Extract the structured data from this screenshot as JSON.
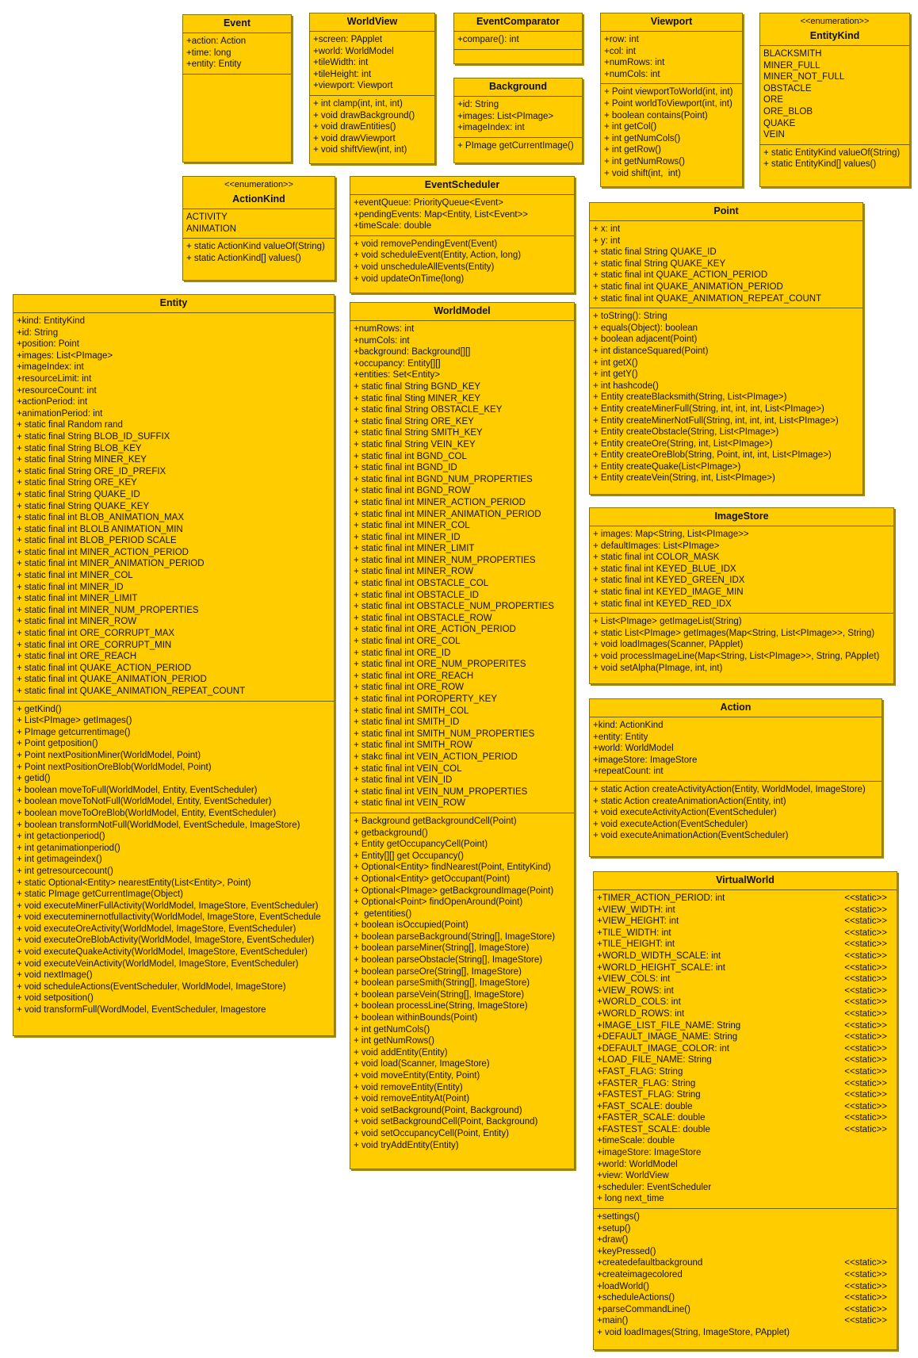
{
  "classes": [
    {
      "id": "Event",
      "name": "Event",
      "stereotype": "",
      "pos": [
        230,
        18,
        138,
        187
      ],
      "attributes": [
        "+action: Action",
        "+time: long",
        "+entity: Entity"
      ],
      "operations": []
    },
    {
      "id": "WorldView",
      "name": "WorldView",
      "stereotype": "",
      "pos": [
        390,
        16,
        159,
        191
      ],
      "attributes": [
        "+screen: PApplet",
        "+world: WorldModel",
        "+tileWidth: int",
        "+tileHeight: int",
        "+viewport: Viewport"
      ],
      "operations": [
        "+ int clamp(int, int, int)",
        "+ void drawBackground()",
        "+ void drawEntities()",
        "+ void drawViewport",
        "+ void shiftView(int, int)"
      ]
    },
    {
      "id": "EventComparator",
      "name": "EventComparator",
      "stereotype": "",
      "pos": [
        572,
        16,
        163,
        65
      ],
      "attributes": [
        "+compare(): int"
      ],
      "operations": []
    },
    {
      "id": "Background",
      "name": "Background",
      "stereotype": "",
      "pos": [
        572,
        98,
        163,
        108
      ],
      "attributes": [
        "+id: String",
        "+images: List<PImage>",
        "+imageIndex: int"
      ],
      "operations": [
        "+ PImage getCurrentImage()"
      ]
    },
    {
      "id": "Viewport",
      "name": "Viewport",
      "stereotype": "",
      "pos": [
        757,
        16,
        180,
        220
      ],
      "attributes": [
        "+row: int",
        "+col: int",
        "+numRows: int",
        "+numCols: int"
      ],
      "operations": [
        "+ Point viewportToWorld(int, int)",
        "+ Point worldToViewport(int, int)",
        "+ boolean contains(Point)",
        "+ int getCol()",
        "+ int getNumCols()",
        "+ int getRow()",
        "+ int getNumRows()",
        "+ void shift(int,  int)"
      ]
    },
    {
      "id": "EntityKind",
      "name": "EntityKind",
      "stereotype": "<<enumeration>>",
      "pos": [
        958,
        16,
        190,
        220
      ],
      "attributes": [
        "BLACKSMITH",
        "MINER_FULL",
        "MINER_NOT_FULL",
        "OBSTACLE",
        "ORE",
        "ORE_BLOB",
        "QUAKE",
        "VEIN"
      ],
      "operations": [
        "+ static EntityKind valueOf(String)",
        "+ static EntityKind[] values()"
      ]
    },
    {
      "id": "ActionKind",
      "name": "ActionKind",
      "stereotype": "<<enumeration>>",
      "pos": [
        230,
        222,
        193,
        132
      ],
      "attributes": [
        "ACTIVITY",
        "ANIMATION"
      ],
      "operations": [
        "+ static ActionKind valueOf(String)",
        "+ static ActionKind[] values()"
      ]
    },
    {
      "id": "EventScheduler",
      "name": "EventScheduler",
      "stereotype": "",
      "pos": [
        441,
        222,
        284,
        148
      ],
      "attributes": [
        "+eventQueue: PriorityQueue<Event>",
        "+pendingEvents: Map<Entity, List<Event>>",
        "+timeScale: double"
      ],
      "operations": [
        "+ void removePendingEvent(Event)",
        "+ void scheduleEvent(Entity, Action, long)",
        "+ void unscheduleAllEvents(Entity)",
        "+ void updateOnTime(long)"
      ]
    },
    {
      "id": "Point",
      "name": "Point",
      "stereotype": "",
      "pos": [
        743,
        255,
        346,
        369
      ],
      "attributes": [
        "+ x: int",
        "+ y: int",
        "+ static final String QUAKE_ID",
        "+ static final String QUAKE_KEY",
        "+ static final int QUAKE_ACTION_PERIOD",
        "+ static final int QUAKE_ANIMATION_PERIOD",
        "+ static final int QUAKE_ANIMATION_REPEAT_COUNT"
      ],
      "operations": [
        "+ toString(): String",
        "+ equals(Object): boolean",
        "+ boolean adjacent(Point)",
        "+ int distanceSquared(Point)",
        "+ int getX()",
        "+ int getY()",
        "+ int hashcode()",
        "+ Entity createBlacksmith(String, List<PImage>)",
        "+ Entity createMinerFull(String, int, int, int, List<PImage>)",
        "+ Entity createMinerNotFull(String, int, int, int, List<PImage>)",
        "+ Entity createObstacle(String, List<PImage>)",
        "+ Entity createOre(String, int, List<PImage>)",
        "+ Entity createOreBlob(String, Point, int, int, List<PImage>)",
        "+ Entity createQuake(List<PImage>)",
        "+ Entity createVein(String, int, List<PImage>)"
      ]
    },
    {
      "id": "Entity",
      "name": "Entity",
      "stereotype": "",
      "pos": [
        16,
        371,
        406,
        936
      ],
      "attributes": [
        "+kind: EntityKind",
        "+id: String",
        "+position: Point",
        "+images: List<PImage>",
        "+imageIndex: int",
        "+resourceLimit: int",
        "+resourceCount: int",
        "+actionPeriod: int",
        "+animationPeriod: int",
        "+ static final Random rand",
        "+ static final String BLOB_ID_SUFFIX",
        "+ static final String BLOB_KEY",
        "+ static final String MINER_KEY",
        "+ static final String ORE_ID_PREFIX",
        "+ static final String ORE_KEY",
        "+ static final String QUAKE_ID",
        "+ static final String QUAKE_KEY",
        "+ static final int BLOB_ANIMATION_MAX",
        "+ static final int BLOLB ANIMATION_MIN",
        "+ static final int BLOB_PERIOD SCALE",
        "+ static final int MINER_ACTION_PERIOD",
        "+ static final int MINER_ANIMATION_PERIOD",
        "+ static final int MINER_COL",
        "+ static final int MINER_ID",
        "+ static final int MINER_LIMIT",
        "+ static final int MINER_NUM_PROPERTIES",
        "+ static final int MINER_ROW",
        "+ static final int ORE_CORRUPT_MAX",
        "+ static final int ORE_CORRUPT_MIN",
        "+ static final int ORE_REACH",
        "+ static final int QUAKE_ACTION_PERIOD",
        "+ static final int QUAKE_ANIMATION_PERIOD",
        "+ static final int QUAKE_ANIMATION_REPEAT_COUNT"
      ],
      "operations": [
        "+ getKind()",
        "+ List<PImage> getImages()",
        "+ PImage getcurrentimage()",
        "+ Point getposition()",
        "+ Point nextPositionMiner(WorldModel, Point)",
        "+ Point nextPositionOreBlob(WorldModel, Point)",
        "+ getid()",
        "+ boolean moveToFull(WorldModel, Entity, EventScheduler)",
        "+ boolean moveToNotFull(WorldModel, Entity, EventScheduler)",
        "+ boolean moveToOreBlob(WorldModel, Entity, EventScheduler)",
        "+ boolean transformNotFull(WorldModel, EventSchedule, ImageStore)",
        "+ int getactionperiod()",
        "+ int getanimationperiod()",
        "+ int getimageindex()",
        "+ int getresourcecount()",
        "+ static Optional<Entity> nearestEntity(List<Entity>, Point)",
        "+ static PImage getCurrentImage(Object)",
        "+ void executeMinerFullActivity(WorldModel, ImageStore, EventScheduler)",
        "+ void executeminernotfullactivity(WorldModel, ImageStore, EventSchedule",
        "+ void executeOreActivity(WorldModel, ImageStore, EventScheduler)",
        "+ void executeOreBlobActivity(WorldModel, ImageStore, EventScheduler)",
        "+ void executeQuakeActivity(WorldModel, ImageStore, EventScheduler)",
        "+ void executeVeinActivity(WorldModel, ImageStore, EventScheduler)",
        "+ void nextImage()",
        "+ void scheduleActions(EventScheduler, WorldModel, ImageStore)",
        "+ void setposition()",
        "+ void transformFull(WordModel, EventScheduler, Imagestore"
      ]
    },
    {
      "id": "WorldModel",
      "name": "WorldModel",
      "stereotype": "",
      "pos": [
        441,
        381,
        284,
        1094
      ],
      "attributes": [
        "+numRows: int",
        "+numCols: int",
        "+background: Background[][]",
        "+occupancy: Entity[][]",
        "+entities: Set<Entity>",
        "+ static final String BGND_KEY",
        "+ static final Sting MINER_KEY",
        "+ static final String OBSTACLE_KEY",
        "+ static final String ORE_KEY",
        "+ static final String SMITH_KEY",
        "+ static final String VEIN_KEY",
        "+ static final int BGND_COL",
        "+ static final int BGND_ID",
        "+ static final int BGND_NUM_PROPERTIES",
        "+ static final int BGND_ROW",
        "+ static final int MINER_ACTION_PERIOD",
        "+ static final int MINER_ANIMATION_PERIOD",
        "+ static final int MINER_COL",
        "+ static final int MINER_ID",
        "+ static final int MINER_LIMIT",
        "+ static final int MINER_NUM_PROPERTIES",
        "+ static final int MINER_ROW",
        "+ static final int OBSTACLE_COL",
        "+ static final int OBSTACLE_ID",
        "+ static final int OBSTACLE_NUM_PROPERTIES",
        "+ static final int OBSTACLE_ROW",
        "+ static final int ORE_ACTION_PERIOD",
        "+ static final int ORE_COL",
        "+ static final int ORE_ID",
        "+ static final int ORE_NUM_PROPERITES",
        "+ static final int ORE_REACH",
        "+ static final int ORE_ROW",
        "+ static final int POROPERTY_KEY",
        "+ static final int SMITH_COL",
        "+ static final int SMITH_ID",
        "+ static final int SMITH_NUM_PROPERTIES",
        "+ static final int SMITH_ROW",
        "+ stakc final int VEIN_ACTION_PERIOD",
        "+ static final int VEIN_COL",
        "+ static final int VEIN_ID",
        "+ static final int VEIN_NUM_PROPERTIES",
        "+ static final int VEIN_ROW"
      ],
      "operations": [
        "+ Background getBackgroundCell(Point)",
        "+ getbackground()",
        "+ Entity getOccupancyCell(Point)",
        "+ Entity[][] get Occupancy()",
        "+ Optional<Entity> findNearest(Point, EntityKind)",
        "+ Optional<Entity> getOccupant(Point)",
        "+ Optional<PImage> getBackgroundImage(Point)",
        "+ Optional<Point> findOpenAround(Point)",
        "+  getentities()",
        "+ boolean isOccupied(Point)",
        "+ boolean parseBackground(String[], ImageStore)",
        "+ boolean parseMiner(String[], ImageStore)",
        "+ boolean parseObstacle(String[], ImageStore)",
        "+ boolean parseOre(String[], ImageStore)",
        "+ boolean parseSmith(String[], ImageStore)",
        "+ boolean parseVein(String[], ImageStore)",
        "+ boolean processLine(String, ImageStore)",
        "+ boolean withinBounds(Point)",
        "+ int getNumCols()",
        "+ int getNumRows()",
        "+ void addEntity(Entity)",
        "+ void load(Scanner, ImageStore)",
        "+ void moveEntity(Entity, Point)",
        "+ void removeEntity(Entity)",
        "+ void removeEntityAt(Point)",
        "+ void setBackground(Point, Background)",
        "+ void setBackgroundCell(Point, Background)",
        "+ void setOccupancyCell(Point, Entity)",
        "+ void tryAddEntity(Entity)"
      ]
    },
    {
      "id": "ImageStore",
      "name": "ImageStore",
      "stereotype": "",
      "pos": [
        743,
        640,
        385,
        223
      ],
      "attributes": [
        "+ images: Map<String, List<PImage>>",
        "+ defaultImages: List<PImage>",
        "+ static final int COLOR_MASK",
        "+ static final int KEYED_BLUE_IDX",
        "+ static final int KEYED_GREEN_IDX",
        "+ static final int KEYED_IMAGE_MIN",
        "+ static final int KEYED_RED_IDX"
      ],
      "operations": [
        "+ List<PImage> getImageList(String)",
        "+ static List<PImage> getImages(Map<String, List<PImage>>, String)",
        "+ void loadImages(Scanner, PApplet)",
        "+ void processImageLine(Map<String, List<PImage>>, String, PApplet)",
        "+ void setAlpha(PImage, int, int)"
      ]
    },
    {
      "id": "Action",
      "name": "Action",
      "stereotype": "",
      "pos": [
        743,
        881,
        370,
        200
      ],
      "attributes": [
        "+kind: ActionKind",
        "+entity: Entity",
        "+world: WorldModel",
        "+imageStore: ImageStore",
        "+repeatCount: int"
      ],
      "operations": [
        "+ static Action createActivityAction(Entity, WorldModel, ImageStore)",
        "+ static Action createAnimationAction(Entity, int)",
        "+ void executeActivityAction(EventScheduler)",
        "+ void executeAction(EventScheduler)",
        "+ void executeAnimationAction(EventScheduler)"
      ]
    },
    {
      "id": "VirtualWorld",
      "name": "VirtualWorld",
      "stereotype": "",
      "pos": [
        748,
        1099,
        384,
        604
      ],
      "attributes": [
        [
          "+TIMER_ACTION_PERIOD: int",
          "<<static>>"
        ],
        [
          "+VIEW_WIDTH: int",
          "<<static>>"
        ],
        [
          "+VIEW_HEIGHT: int",
          "<<static>>"
        ],
        [
          "+TILE_WIDTH: int",
          "<<static>>"
        ],
        [
          "+TILE_HEIGHT: int",
          "<<static>>"
        ],
        [
          "+WORLD_WIDTH_SCALE: int",
          "<<static>>"
        ],
        [
          "+WORLD_HEIGHT_SCALE: int",
          "<<static>>"
        ],
        [
          "+VIEW_COLS: int",
          "<<static>>"
        ],
        [
          "+VIEW_ROWS: int",
          "<<static>>"
        ],
        [
          "+WORLD_COLS: int",
          "<<static>>"
        ],
        [
          "+WORLD_ROWS: int",
          "<<static>>"
        ],
        [
          "+IMAGE_LIST_FILE_NAME: String",
          "<<static>>"
        ],
        [
          "+DEFAULT_IMAGE_NAME: String",
          "<<static>>"
        ],
        [
          "+DEFAULT_IMAGE_COLOR: int",
          "<<static>>"
        ],
        [
          "+LOAD_FILE_NAME: String",
          "<<static>>"
        ],
        [
          "+FAST_FLAG: String",
          "<<static>>"
        ],
        [
          "+FASTER_FLAG: String",
          "<<static>>"
        ],
        [
          "+FASTEST_FLAG: String",
          "<<static>>"
        ],
        [
          "+FAST_SCALE: double",
          "<<static>>"
        ],
        [
          "+FASTER_SCALE: double",
          "<<static>>"
        ],
        [
          "+FASTEST_SCALE: double",
          "<<static>>"
        ],
        "+timeScale: double",
        "+imageStore: ImageStore",
        "+world: WorldModel",
        "+view: WorldView",
        "+scheduler: EventScheduler",
        "+ long next_time"
      ],
      "operations": [
        "+settings()",
        "+setup()",
        "+draw()",
        "+keyPressed()",
        [
          "+createdefaultbackground",
          "<<static>>"
        ],
        [
          "+createimagecolored",
          "<<static>>"
        ],
        [
          "+loadWorld()",
          "<<static>>"
        ],
        [
          "+scheduleActions()",
          "<<static>>"
        ],
        [
          "+parseCommandLine()",
          "<<static>>"
        ],
        [
          "+main()",
          "<<static>>"
        ],
        "+ void loadImages(String, ImageStore, PApplet)"
      ]
    }
  ]
}
